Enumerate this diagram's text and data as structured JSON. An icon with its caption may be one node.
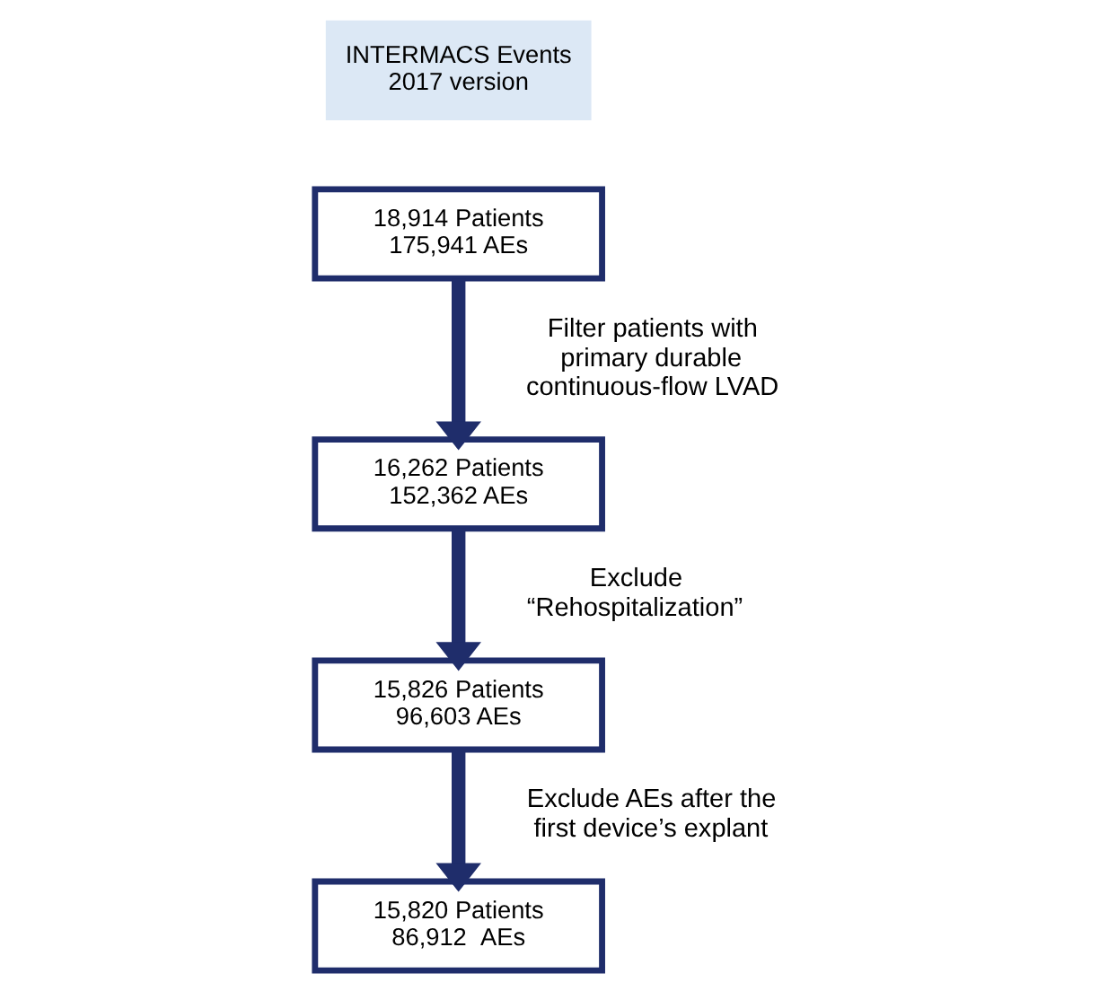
{
  "diagram": {
    "nodes": [
      {
        "text": [
          "INTERMACS Events 2017 version"
        ]
      },
      {
        "text": [
          "18,914 Patients 175,941 AEs"
        ]
      },
      {
        "text": [
          "16,262 Patients 152,362 AEs"
        ]
      },
      {
        "text": [
          "15,826 Patients 96,603 AEs"
        ]
      },
      {
        "text": [
          "15,820 Patients 86,912  AEs"
        ]
      }
    ],
    "edges": [
      {
        "from": 1,
        "to": 2,
        "arrow": "to",
        "label": "Filter patients with primary durable continuous-flow LVAD"
      },
      {
        "from": 2,
        "to": 3,
        "arrow": "to",
        "label": "Exclude “Rehospitalization”"
      },
      {
        "from": 3,
        "to": 4,
        "arrow": "to",
        "label": "Exclude AEs after the first device’s explant"
      }
    ]
  }
}
